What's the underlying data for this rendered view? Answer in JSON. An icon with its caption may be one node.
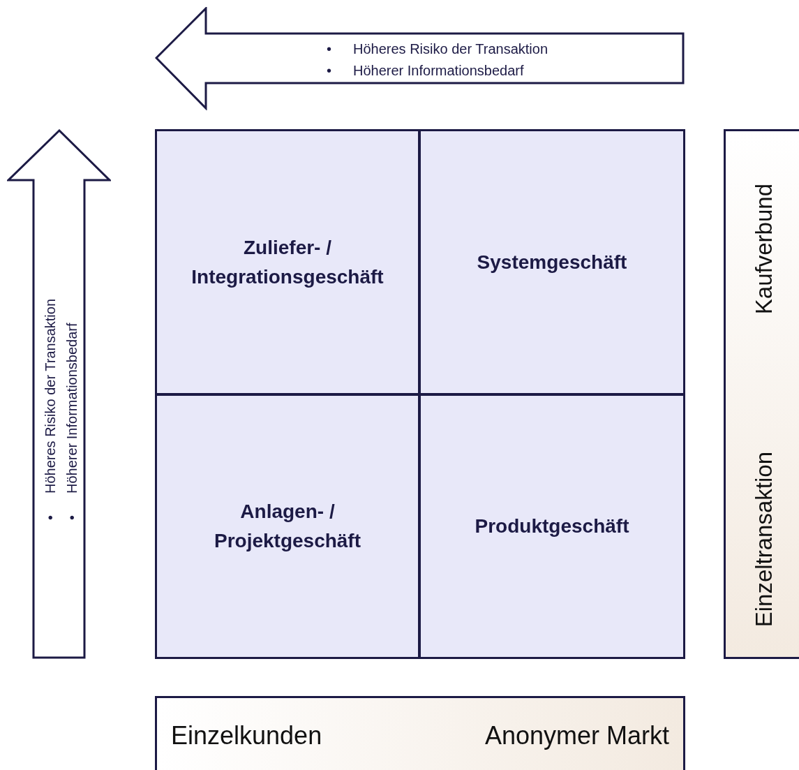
{
  "diagram": {
    "nodes": [
      {
        "text": [
          "Höheres Risiko der Transaktion",
          "Höherer Informationsbedarf"
        ]
      },
      {
        "text": [
          "Höheres Risiko der Transaktion",
          "Höherer Informationsbedarf"
        ]
      },
      {
        "text": [
          "Zuliefer- / Integrationsgeschäft"
        ]
      },
      {
        "text": [
          "Systemgeschäft"
        ]
      },
      {
        "text": [
          "Anlagen- / Projektgeschäft"
        ]
      },
      {
        "text": [
          "Produktgeschäft"
        ]
      },
      {
        "text": [
          "Kaufverbund",
          "Einzeltransaktion"
        ]
      },
      {
        "text": [
          "Einzelkunden",
          "Anonymer Markt"
        ]
      }
    ],
    "labels": [
      "•",
      "•",
      "•",
      "•"
    ]
  }
}
